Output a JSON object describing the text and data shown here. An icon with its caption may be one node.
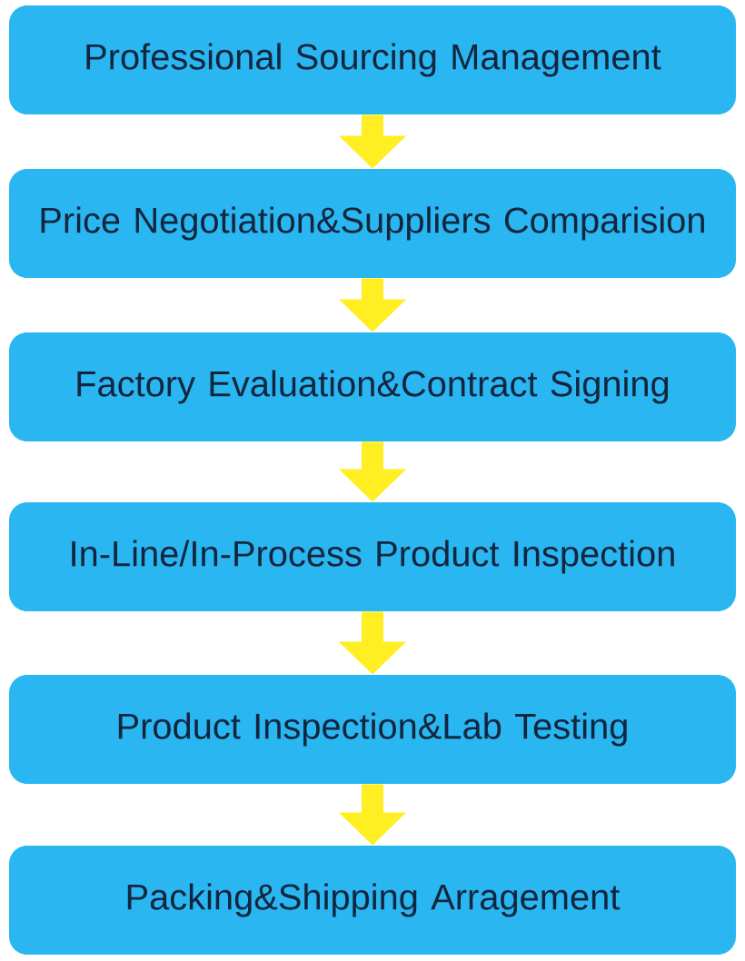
{
  "diagram": {
    "nodes": [
      {
        "text": [
          "Professional Sourcing Management"
        ]
      },
      {
        "text": [
          "Price Negotiation&Suppliers Comparision"
        ]
      },
      {
        "text": [
          "Factory Evaluation&Contract Signing"
        ]
      },
      {
        "text": [
          "In-Line/In-Process Product Inspection"
        ]
      },
      {
        "text": [
          "Product Inspection&Lab Testing"
        ]
      },
      {
        "text": [
          "Packing&Shipping Arragement"
        ]
      }
    ],
    "edges": [
      {
        "from": 0,
        "to": 1,
        "arrow": "to"
      },
      {
        "from": 1,
        "to": 2,
        "arrow": "to"
      },
      {
        "from": 2,
        "to": 3,
        "arrow": "to"
      },
      {
        "from": 3,
        "to": 4,
        "arrow": "to"
      },
      {
        "from": 4,
        "to": 5,
        "arrow": "to"
      }
    ]
  }
}
